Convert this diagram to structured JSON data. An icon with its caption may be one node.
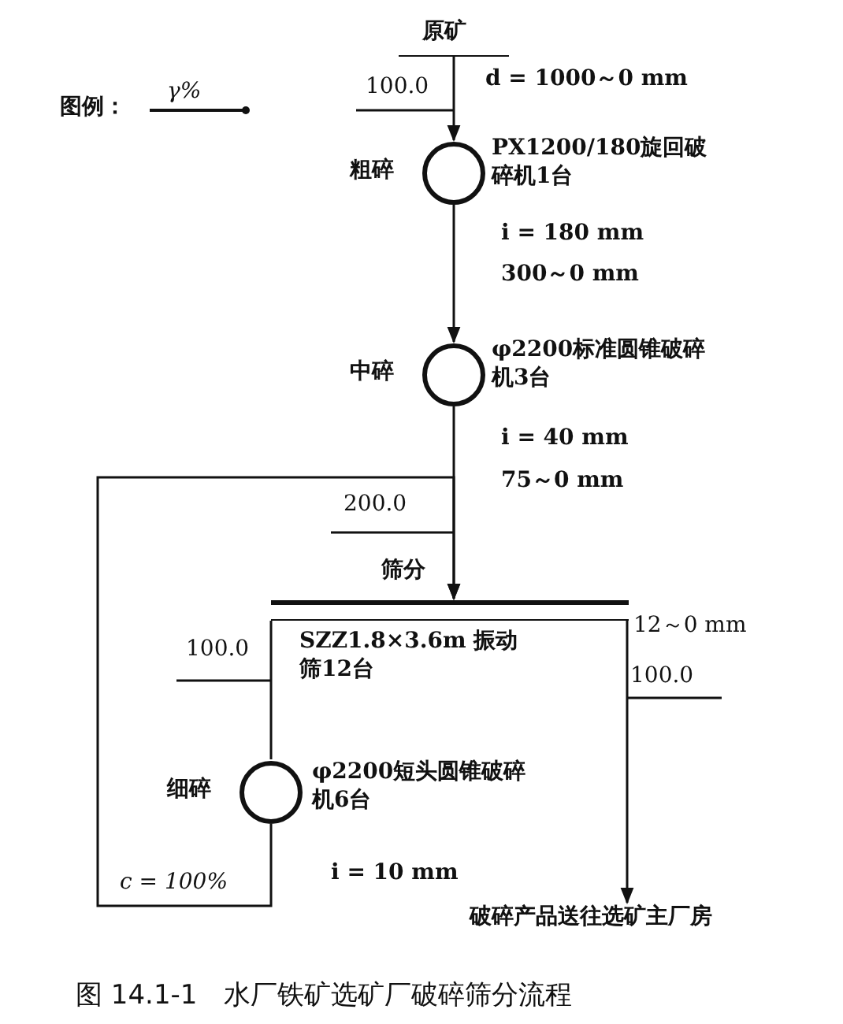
{
  "diagram": {
    "caption": "图 14.1-1　水厂铁矿选矿厂破碎筛分流程",
    "nodes": [
      {
        "text": [
          "原矿"
        ],
        "beside": [
          "d = 1000～0 mm"
        ]
      },
      {
        "text": [
          "粗碎"
        ],
        "beside": [
          "PX1200/180旋回破碎机1台",
          "i = 180 mm",
          "300～0 mm"
        ]
      },
      {
        "text": [
          "中碎"
        ],
        "beside": [
          "φ2200标准圆锥破碎机3台",
          "i = 40 mm",
          "75～0 mm"
        ]
      },
      {
        "text": [
          "筛分"
        ],
        "beside": [
          "SZZ1.8×3.6m 振动筛12台"
        ]
      },
      {
        "text": [
          "细碎"
        ],
        "beside": [
          "φ2200短头圆锥破碎机6台"
        ]
      },
      {
        "text": [
          "破碎产品送往选矿主厂房"
        ]
      }
    ],
    "edges": [
      {
        "from": 0,
        "to": 1,
        "arrow": "to"
      },
      {
        "from": 1,
        "to": 2,
        "arrow": "to"
      },
      {
        "from": 2,
        "to": 3,
        "arrow": "to"
      },
      {
        "from": 3,
        "to": 4,
        "arrow": "none"
      },
      {
        "from": 4,
        "to": 3,
        "arrow": "to"
      },
      {
        "from": 3,
        "to": 5,
        "arrow": "to"
      }
    ],
    "labels": [
      "图例：",
      "100.0",
      "200.0",
      "100.0",
      "12～0 mm",
      "100.0",
      "c = 100%",
      "i = 10 mm"
    ],
    "legend": [
      {
        "text": "γ%"
      }
    ]
  }
}
